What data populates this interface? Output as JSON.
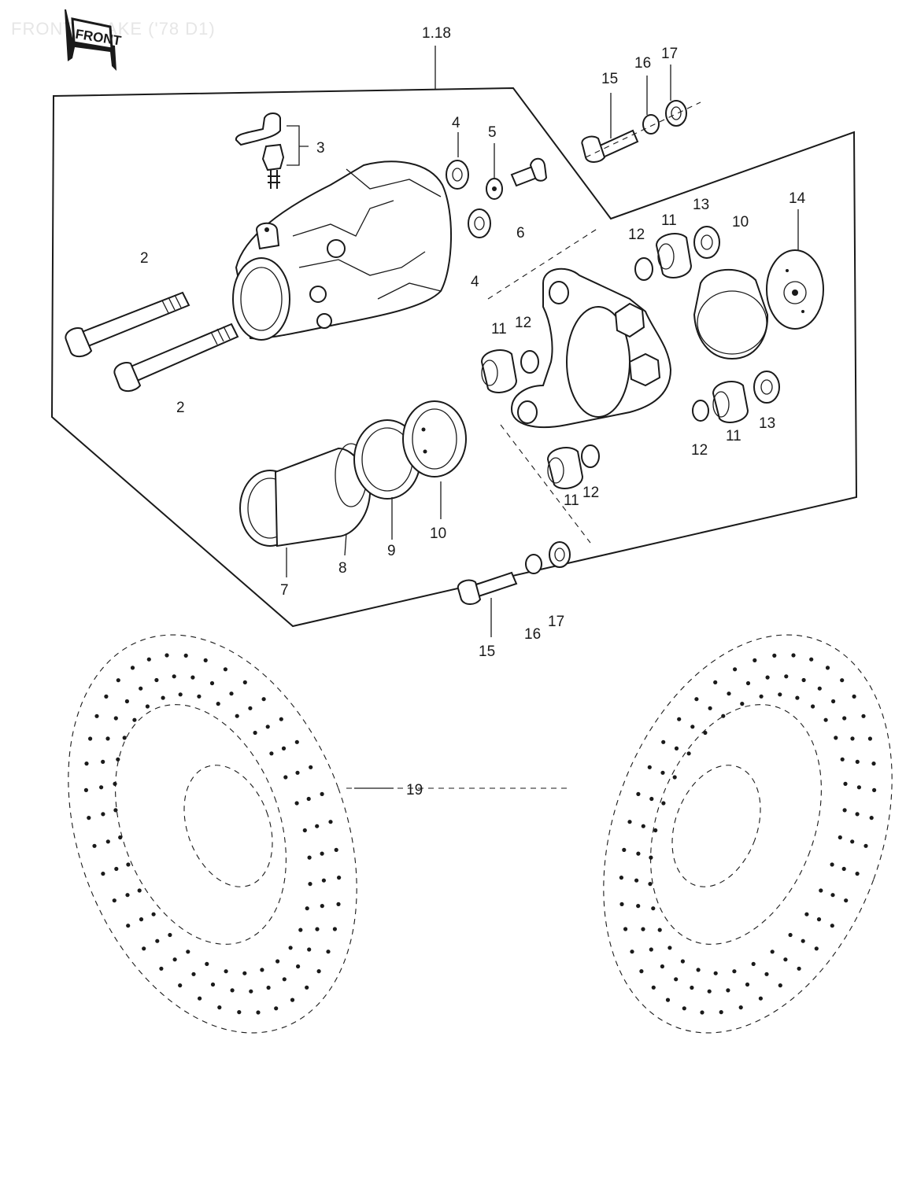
{
  "title": "FRONT BRAKE ('78 D1)",
  "front_logo": "FRONT",
  "callouts": [
    {
      "id": "c-1-18",
      "text": "1.18"
    },
    {
      "id": "c-2a",
      "text": "2"
    },
    {
      "id": "c-2b",
      "text": "2"
    },
    {
      "id": "c-3",
      "text": "3"
    },
    {
      "id": "c-4a",
      "text": "4"
    },
    {
      "id": "c-4b",
      "text": "4"
    },
    {
      "id": "c-5",
      "text": "5"
    },
    {
      "id": "c-6",
      "text": "6"
    },
    {
      "id": "c-7",
      "text": "7"
    },
    {
      "id": "c-8",
      "text": "8"
    },
    {
      "id": "c-9",
      "text": "9"
    },
    {
      "id": "c-10a",
      "text": "10"
    },
    {
      "id": "c-10b",
      "text": "10"
    },
    {
      "id": "c-11a",
      "text": "11"
    },
    {
      "id": "c-11b",
      "text": "11"
    },
    {
      "id": "c-11c",
      "text": "11"
    },
    {
      "id": "c-11d",
      "text": "11"
    },
    {
      "id": "c-12a",
      "text": "12"
    },
    {
      "id": "c-12b",
      "text": "12"
    },
    {
      "id": "c-12c",
      "text": "12"
    },
    {
      "id": "c-12d",
      "text": "12"
    },
    {
      "id": "c-13a",
      "text": "13"
    },
    {
      "id": "c-13b",
      "text": "13"
    },
    {
      "id": "c-14",
      "text": "14"
    },
    {
      "id": "c-15a",
      "text": "15"
    },
    {
      "id": "c-15b",
      "text": "15"
    },
    {
      "id": "c-16a",
      "text": "16"
    },
    {
      "id": "c-16b",
      "text": "16"
    },
    {
      "id": "c-17a",
      "text": "17"
    },
    {
      "id": "c-17b",
      "text": "17"
    },
    {
      "id": "c-19",
      "text": "19"
    }
  ]
}
